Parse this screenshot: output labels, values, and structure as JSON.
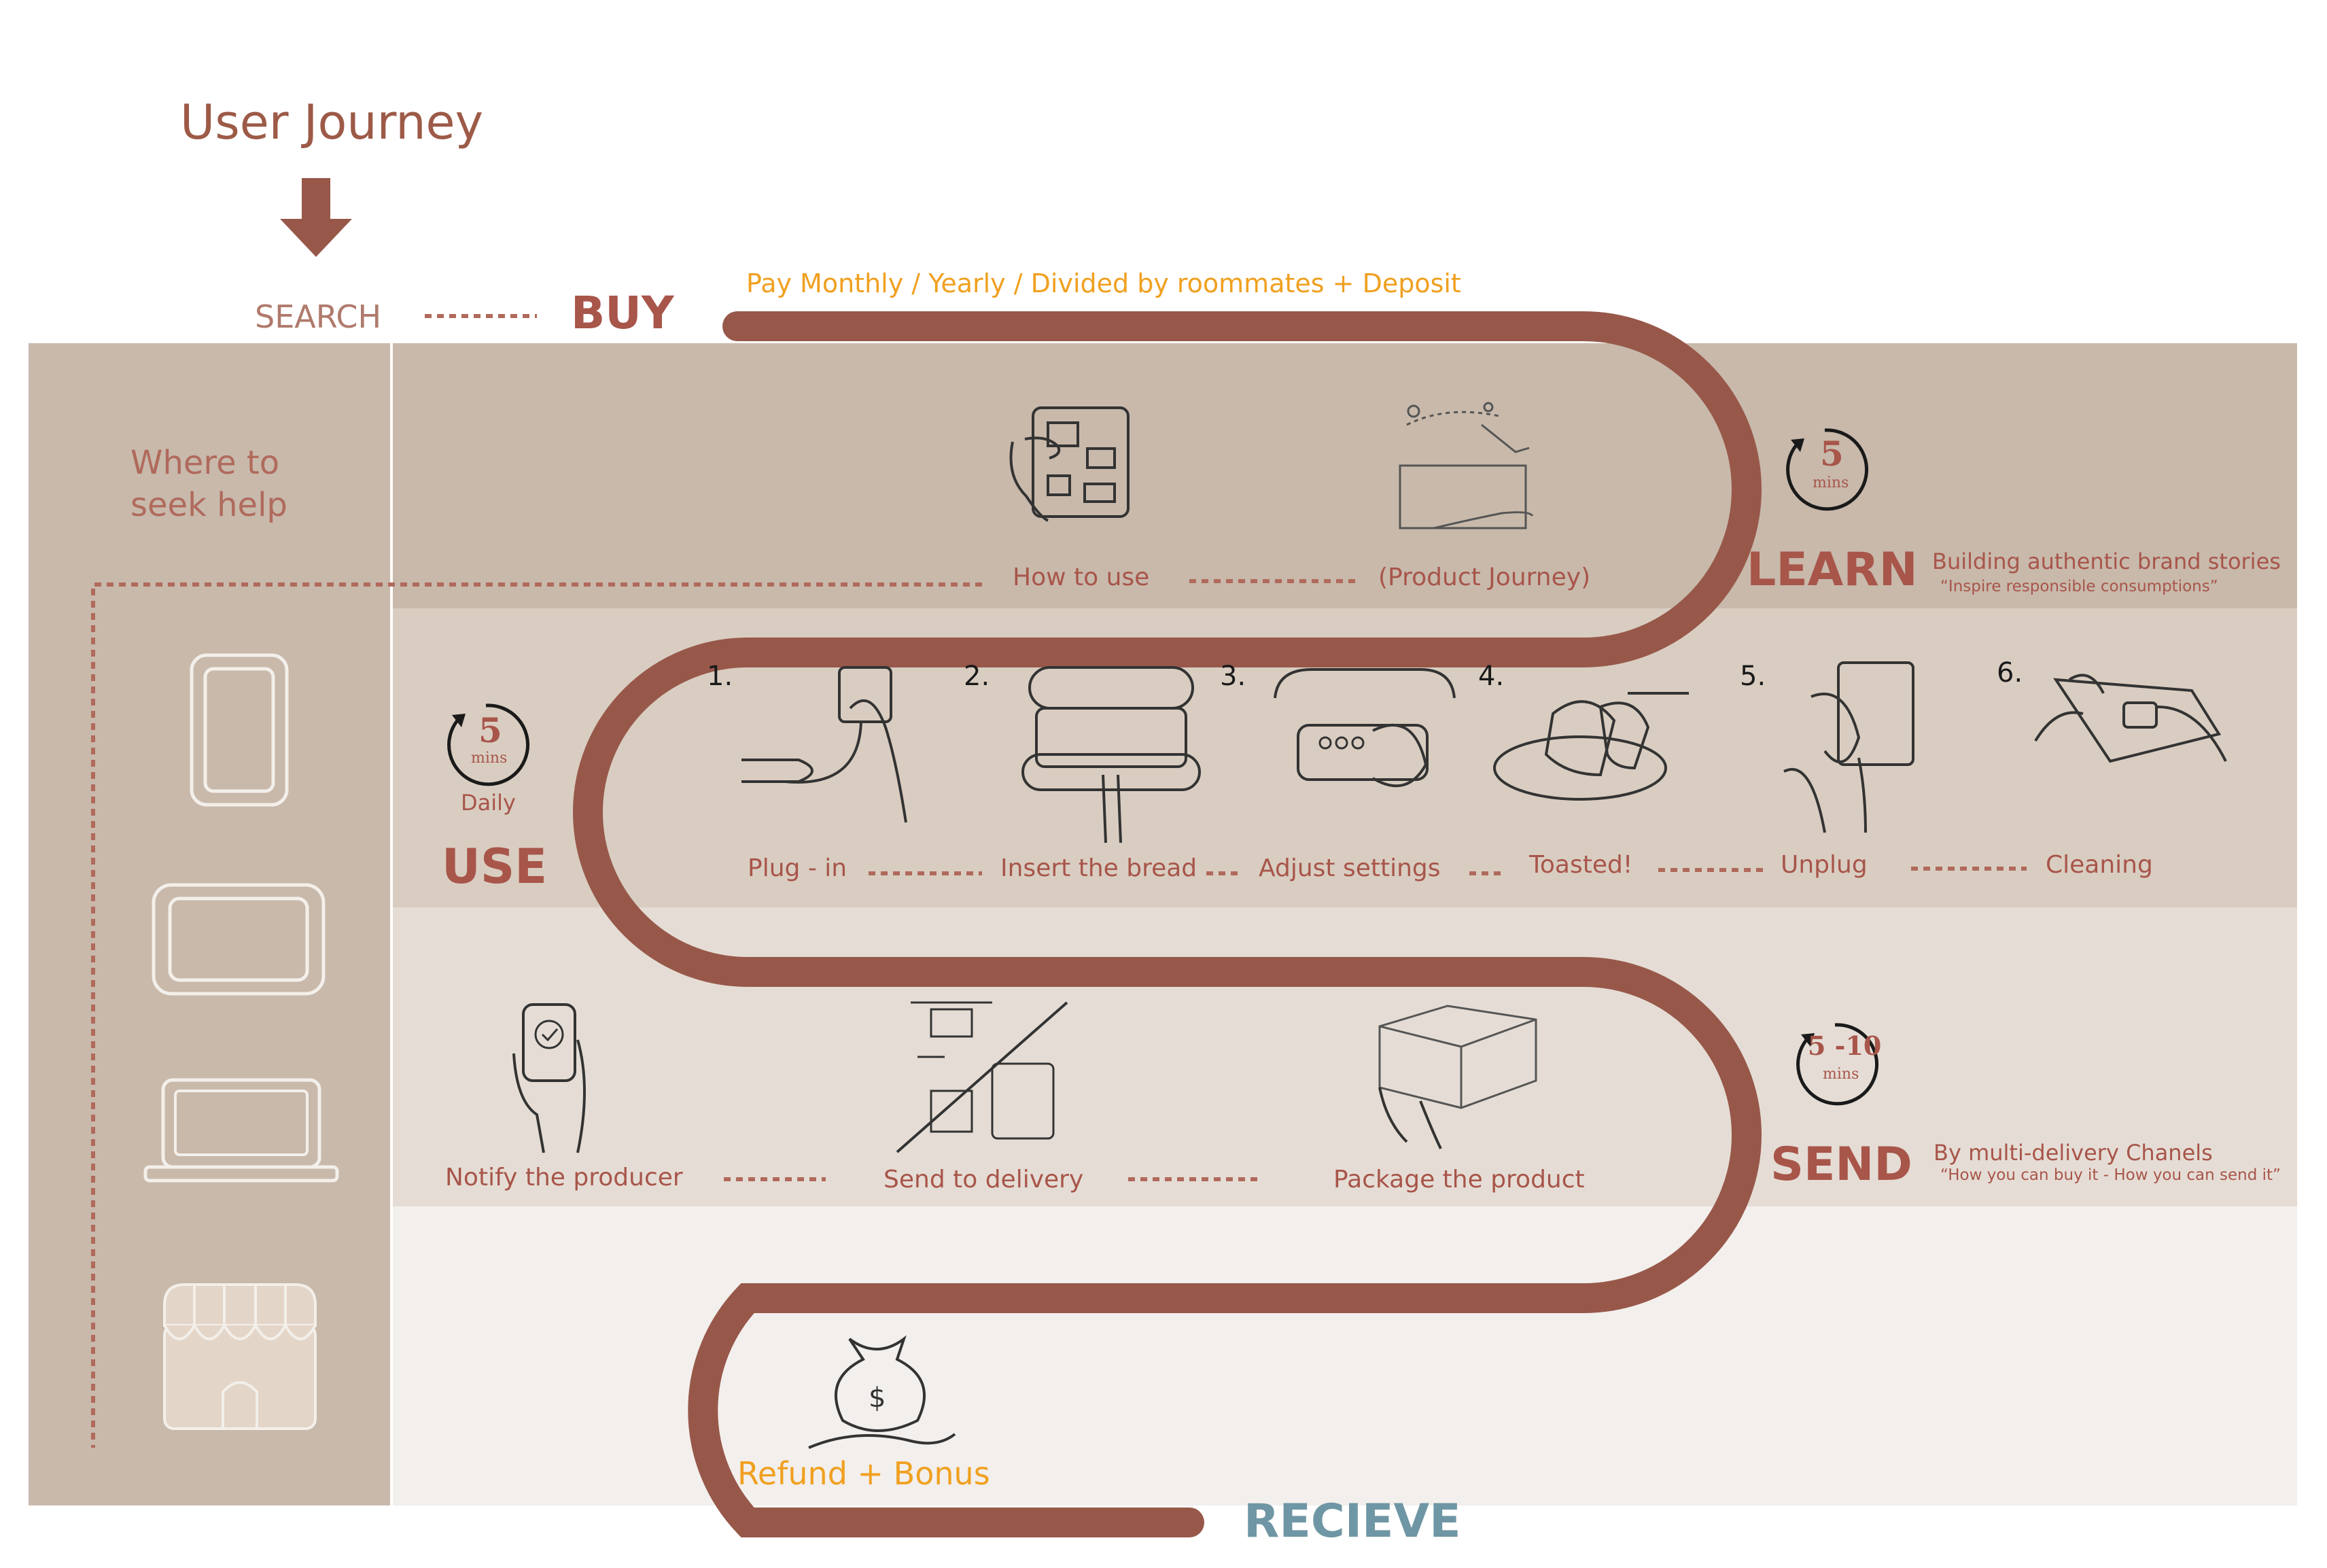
{
  "title": "User Journey",
  "search_label": "SEARCH",
  "buy_label": "BUY",
  "payment_note": "Pay Monthly / Yearly / Divided by roommates + Deposit",
  "help": {
    "label": "Where to seek help",
    "channels": [
      "phone-icon",
      "tablet-icon",
      "laptop-icon",
      "store-icon"
    ]
  },
  "learn": {
    "label": "LEARN",
    "timer_value": "5",
    "timer_unit": "mins",
    "note": "Building authentic brand stories",
    "quote": "“Inspire responsible consumptions”",
    "steps": [
      "How to use",
      "(Product Journey)"
    ]
  },
  "use": {
    "label": "USE",
    "timer_value": "5",
    "timer_unit": "mins",
    "frequency": "Daily",
    "steps": [
      {
        "num": "1.",
        "label": "Plug - in"
      },
      {
        "num": "2.",
        "label": "Insert the bread"
      },
      {
        "num": "3.",
        "label": "Adjust settings"
      },
      {
        "num": "4.",
        "label": "Toasted!"
      },
      {
        "num": "5.",
        "label": "Unplug"
      },
      {
        "num": "6.",
        "label": "Cleaning"
      }
    ]
  },
  "send": {
    "label": "SEND",
    "timer_value": "5 -10",
    "timer_unit": "mins",
    "note": "By multi-delivery Chanels",
    "quote": "“How you can buy it - How you can send it”",
    "steps": [
      "Notify the producer",
      "Send to delivery",
      "Package the product"
    ]
  },
  "receive": {
    "label": "RECIEVE",
    "steps": [
      "Refund + Bonus"
    ]
  },
  "colors": {
    "path": "#97584a",
    "learn_band": "#c8b9ab",
    "use_band": "#d9cdc1",
    "send_band": "#e5ddd5",
    "receive_band": "#f3efec",
    "help_panel": "#c8b9ab",
    "accent_text": "#a8554a",
    "orange": "#f0a020",
    "receive_text": "#6f96a4"
  }
}
